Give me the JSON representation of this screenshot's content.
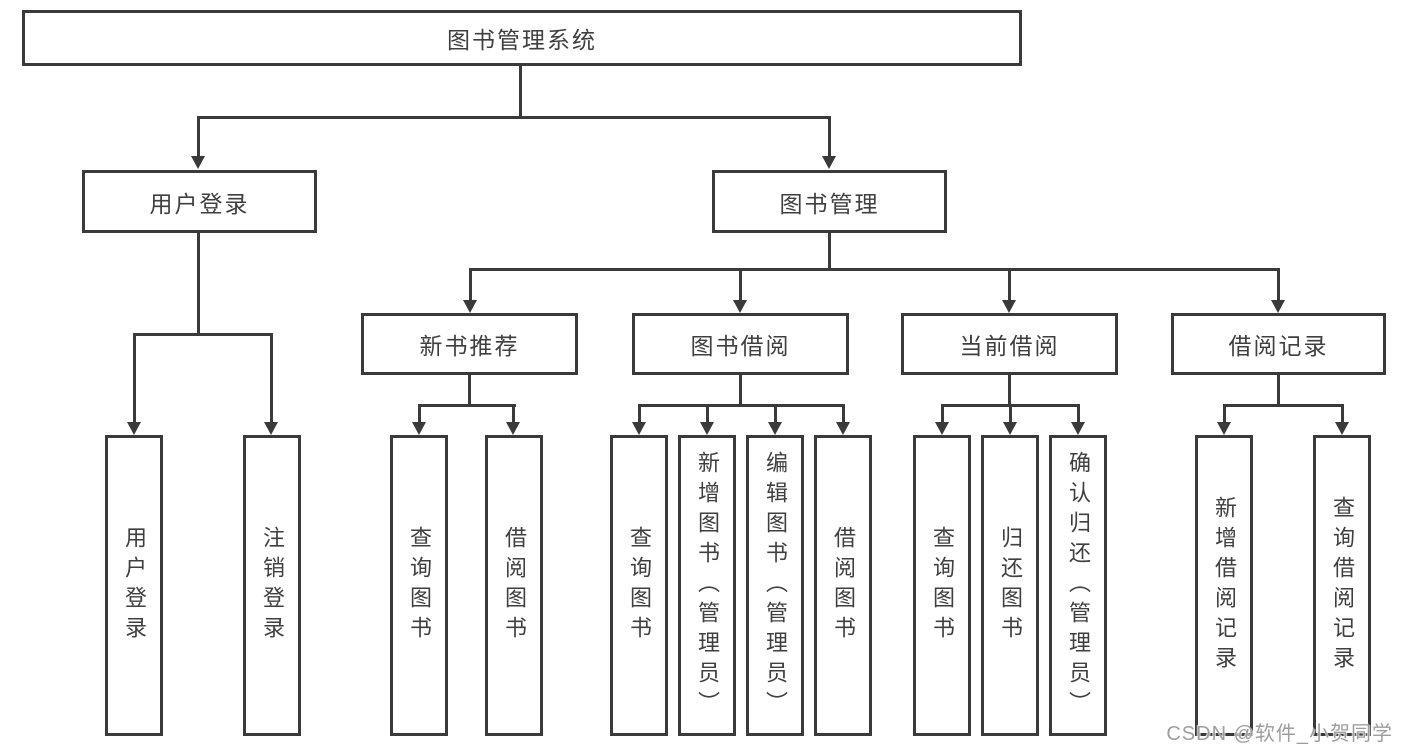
{
  "diagram": {
    "root": {
      "label": "图书管理系统"
    },
    "branches": {
      "user_login": {
        "label": "用户登录",
        "children": [
          "用户登录",
          "注销登录"
        ]
      },
      "book_management": {
        "label": "图书管理",
        "sections": {
          "new_book_recommend": {
            "label": "新书推荐",
            "children": [
              "查询图书",
              "借阅图书"
            ]
          },
          "book_borrow": {
            "label": "图书借阅",
            "children": [
              "查询图书",
              "新增图书（管理员）",
              "编辑图书（管理员）",
              "借阅图书"
            ]
          },
          "current_borrow": {
            "label": "当前借阅",
            "children": [
              "查询图书",
              "归还图书",
              "确认归还（管理员）"
            ]
          },
          "borrow_record": {
            "label": "借阅记录",
            "children": [
              "新增借阅记录",
              "查询借阅记录"
            ]
          }
        }
      }
    }
  },
  "watermark": {
    "text": "CSDN @软件_小贺同学"
  },
  "colors": {
    "line": "#3a3a3a",
    "text": "#3f3f3f",
    "box_background": "#ffffff",
    "watermark": "#9e9e9e",
    "page_background": "#ffffff"
  }
}
